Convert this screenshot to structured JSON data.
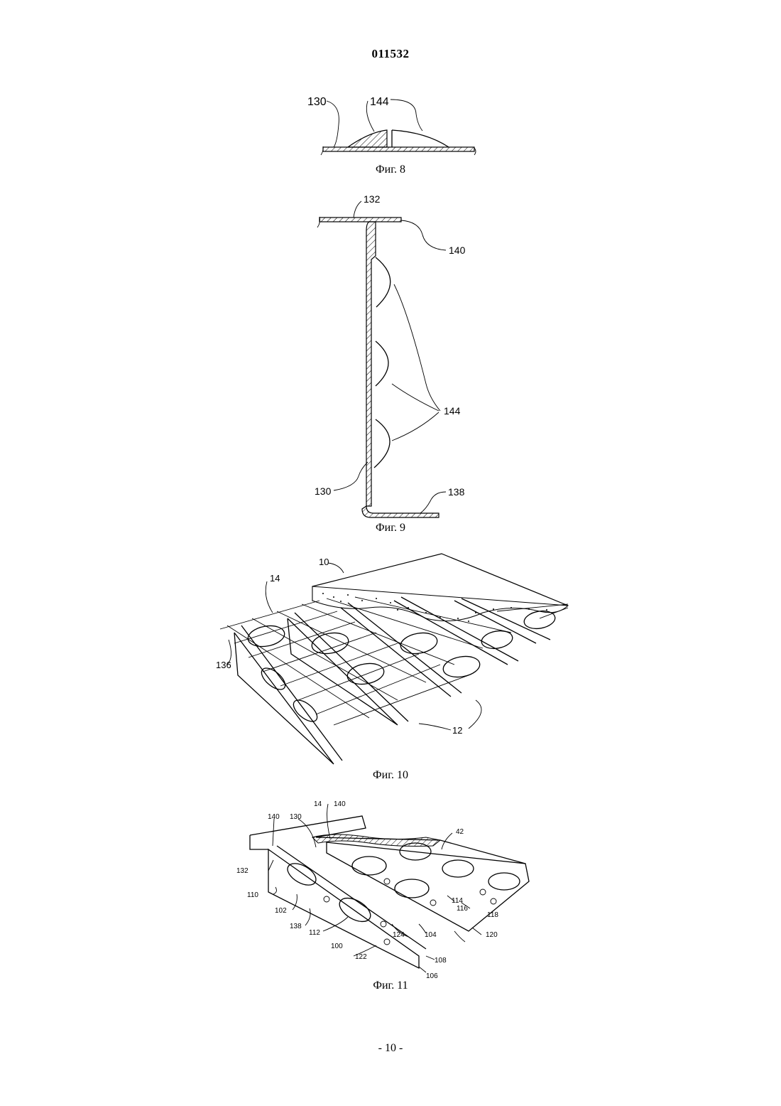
{
  "header": {
    "doc_number": "011532"
  },
  "figures": [
    {
      "caption": "Фиг. 8",
      "labels": [
        "130",
        "144"
      ]
    },
    {
      "caption": "Фиг. 9",
      "labels": [
        "132",
        "140",
        "144",
        "130",
        "138"
      ]
    },
    {
      "caption": "Фиг. 10",
      "labels": [
        "10",
        "14",
        "136",
        "12"
      ]
    },
    {
      "caption": "Фиг. 11",
      "labels": [
        "14",
        "140",
        "130",
        "140",
        "132",
        "42",
        "110",
        "102",
        "114",
        "116",
        "118",
        "138",
        "112",
        "124",
        "104",
        "120",
        "100",
        "122",
        "108",
        "106"
      ]
    }
  ],
  "footer": {
    "page_number": "- 10 -"
  }
}
